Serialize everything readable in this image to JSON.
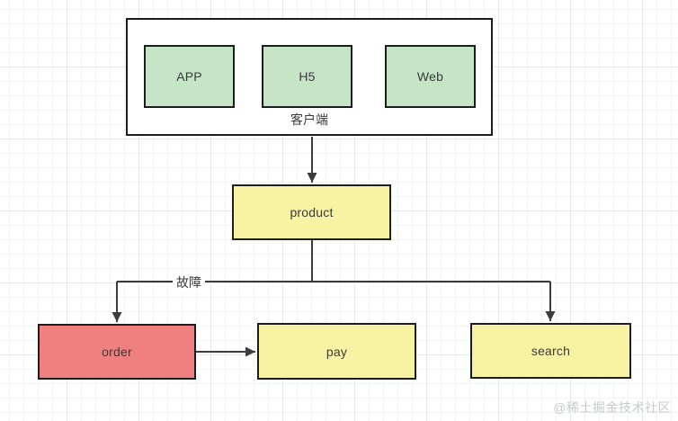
{
  "watermark": "@稀土掘金技术社区",
  "diagram": {
    "client_group": {
      "label": "客户端",
      "children": [
        {
          "label": "APP"
        },
        {
          "label": "H5"
        },
        {
          "label": "Web"
        }
      ]
    },
    "nodes": {
      "product": {
        "label": "product"
      },
      "order": {
        "label": "order"
      },
      "pay": {
        "label": "pay"
      },
      "search": {
        "label": "search"
      }
    },
    "edge_labels": {
      "fault": "故障"
    },
    "colors": {
      "green": "#c5e5c6",
      "yellow": "#f8f3a3",
      "red": "#f08080",
      "border": "#1d1d1d",
      "line": "#3c3c3c",
      "label_text": "#3a3a3a",
      "watermark": "#c9cacd",
      "grid-minor": "#f2f3f5",
      "grid-major": "#e4e6e9"
    }
  }
}
